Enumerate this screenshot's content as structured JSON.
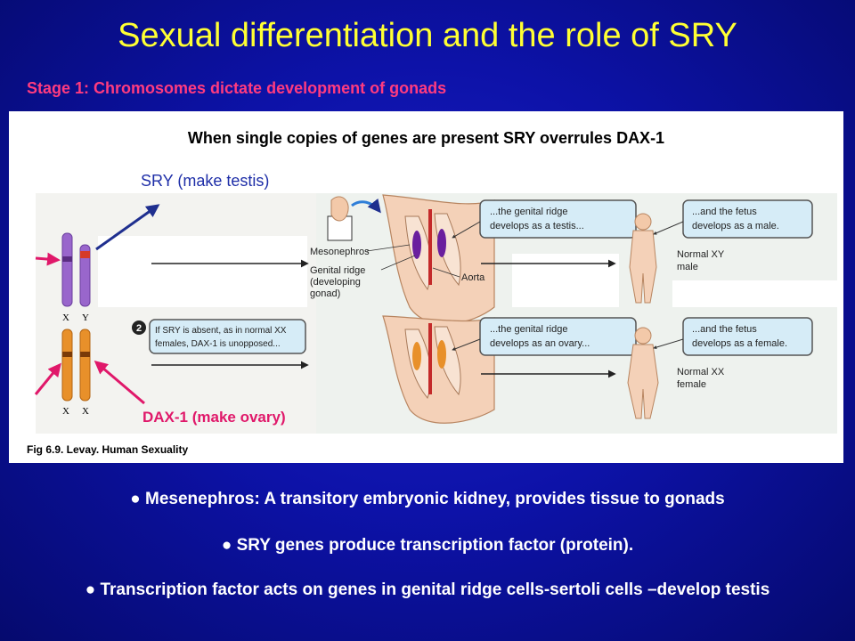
{
  "slide": {
    "title": "Sexual differentiation and the role of SRY",
    "stage": "Stage 1: Chromosomes dictate development of gonads"
  },
  "figure": {
    "heading": "When single copies of genes are present SRY overrules DAX-1",
    "sry_label": "SRY (make testis)",
    "dax_label": "DAX-1 (make ovary)",
    "caption": "Fig 6.9. Levay. Human Sexuality",
    "row1": {
      "chromosome_x": "X",
      "chromosome_y": "Y",
      "label_mesonephros": "Mesonephros",
      "label_genital_ridge_1": "Genital ridge",
      "label_genital_ridge_2": "(developing",
      "label_genital_ridge_3": "gonad)",
      "label_aorta": "Aorta",
      "callout_gonad_1": "...the genital ridge",
      "callout_gonad_2": "develops as a testis...",
      "callout_fetus_1": "...and the fetus",
      "callout_fetus_2": "develops as a male.",
      "fetus_label_1": "Normal XY",
      "fetus_label_2": "male"
    },
    "row2": {
      "chromosome_x1": "X",
      "chromosome_x2": "X",
      "step_number": "2",
      "note_1": "If SRY is absent, as in normal XX",
      "note_2": "females, DAX-1 is unopposed...",
      "callout_gonad_1": "...the genital ridge",
      "callout_gonad_2": "develops as an ovary...",
      "callout_fetus_1": "...and the fetus",
      "callout_fetus_2": "develops as a female.",
      "fetus_label_1": "Normal XX",
      "fetus_label_2": "female"
    }
  },
  "bullets": [
    "● Mesenephros: A transitory embryonic kidney, provides tissue to gonads",
    "● SRY genes produce transcription factor (protein).",
    "● Transcription factor acts on genes in genital ridge cells-sertoli cells –develop testis"
  ],
  "colors": {
    "title": "#ffff33",
    "stage": "#ff3b7f",
    "sry_arrow": "#1f2f8f",
    "dax_arrow": "#e0186a",
    "chromosome_y_row": "#9966cc",
    "chromosome_x_row": "#e8902a",
    "callout_fill": "#d6ecf7"
  }
}
